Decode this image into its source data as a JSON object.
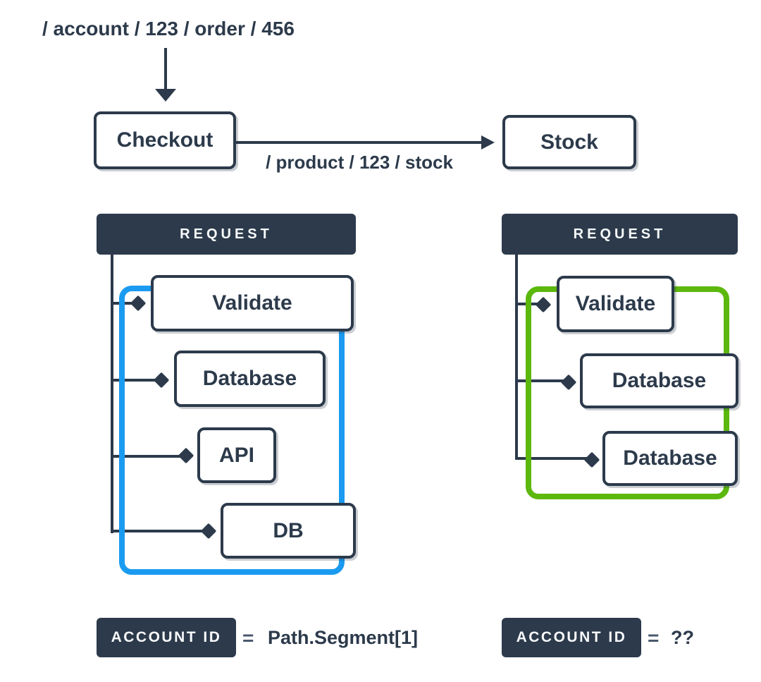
{
  "palette": {
    "navy": "#2c3a4b",
    "blue": "#1a9af0",
    "green": "#5cb80d",
    "box_fill": "#ffffff"
  },
  "flow": {
    "incoming_path": "/ account / 123 / order / 456",
    "checkout_label": "Checkout",
    "stock_label": "Stock",
    "outgoing_path": "/ product / 123 / stock"
  },
  "left_trace": {
    "header": "REQUEST",
    "steps": [
      "Validate",
      "Database",
      "API",
      "DB"
    ],
    "highlight": "#1a9af0",
    "result_badge": "ACCOUNT ID",
    "equals": "=",
    "result_value": "Path.Segment[1]"
  },
  "right_trace": {
    "header": "REQUEST",
    "steps": [
      "Validate",
      "Database",
      "Database"
    ],
    "highlight": "#5cb80d",
    "result_badge": "ACCOUNT ID",
    "equals": "=",
    "result_value": "??"
  }
}
